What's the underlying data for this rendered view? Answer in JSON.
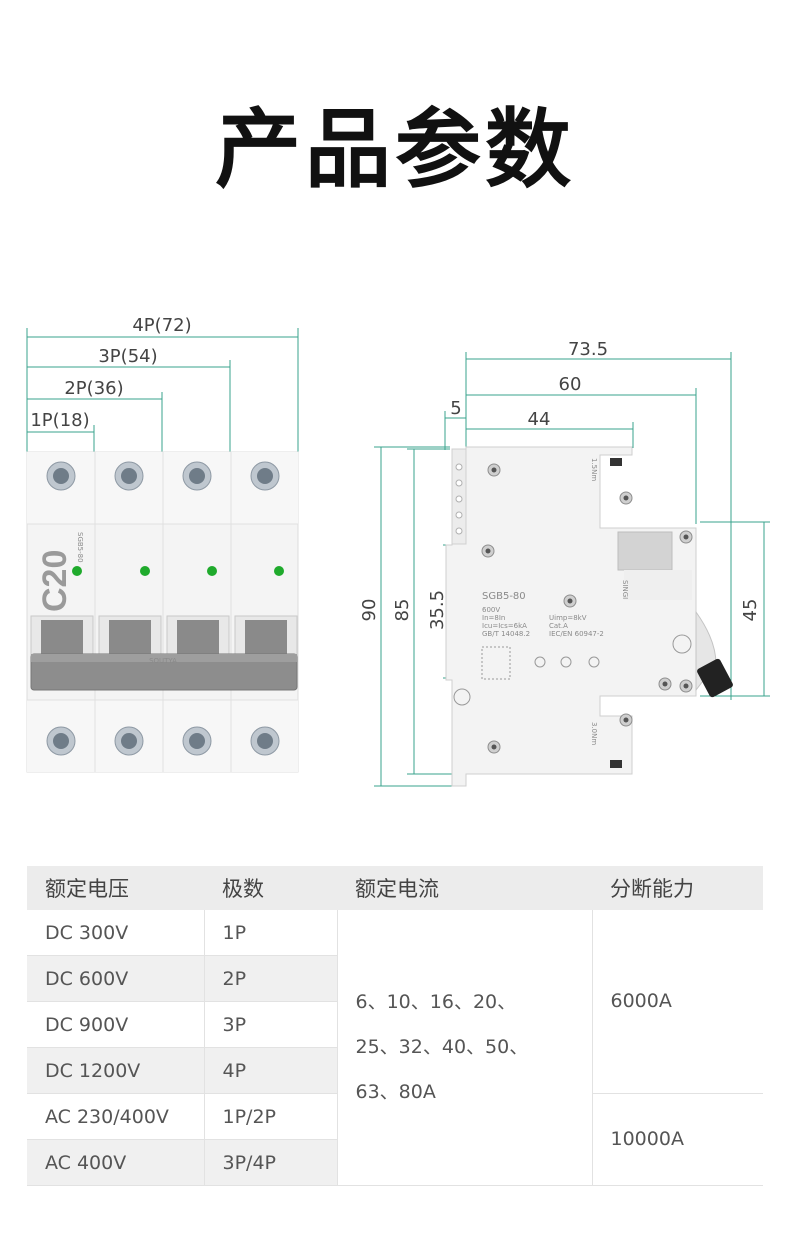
{
  "title": "产品参数",
  "diagram_front": {
    "dims": [
      "4P(72)",
      "3P(54)",
      "2P(36)",
      "1P(18)"
    ],
    "rating_label": "C20",
    "model_label": "SGB5-80",
    "brand_label": "SOUTYA"
  },
  "diagram_side": {
    "dims_top": [
      "73.5",
      "60",
      "5",
      "44"
    ],
    "dims_left": [
      "90",
      "85",
      "35.5"
    ],
    "dims_right": [
      "45"
    ],
    "model_label": "SGB5-80",
    "spec_left": [
      "600V",
      "In=8In",
      "Icu=Ics=6kA",
      "GB/T 14048.2"
    ],
    "spec_right": [
      "Uimp=8kV",
      "Cat.A",
      "IEC/EN 60947-2"
    ],
    "torque_top": "1.5Nm",
    "torque_bottom": "3.0Nm",
    "side_brand": "SINGI"
  },
  "table": {
    "headers": [
      "额定电压",
      "极数",
      "额定电流",
      "分断能力"
    ],
    "rows": [
      {
        "voltage": "DC 300V",
        "poles": "1P"
      },
      {
        "voltage": "DC 600V",
        "poles": "2P"
      },
      {
        "voltage": "DC 900V",
        "poles": "3P"
      },
      {
        "voltage": "DC 1200V",
        "poles": "4P"
      },
      {
        "voltage": "AC 230/400V",
        "poles": "1P/2P"
      },
      {
        "voltage": "AC 400V",
        "poles": "3P/4P"
      }
    ],
    "current_lines": [
      "6、10、16、20、",
      "25、32、40、50、",
      "63、80A"
    ],
    "breaking": [
      "6000A",
      "10000A"
    ]
  }
}
